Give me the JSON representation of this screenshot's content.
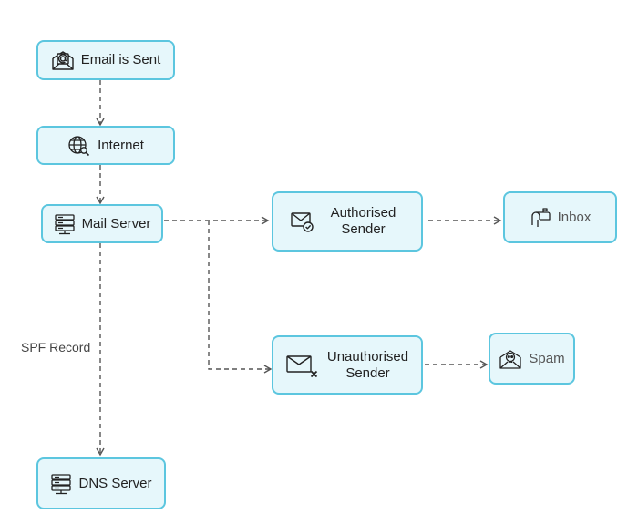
{
  "nodes": {
    "email_sent": {
      "label": "Email is Sent",
      "icon": "envelope-at-icon"
    },
    "internet": {
      "label": "Internet",
      "icon": "globe-search-icon"
    },
    "mail_server": {
      "label": "Mail Server",
      "icon": "server-icon"
    },
    "authorised_sender": {
      "label": "Authorised Sender",
      "icon": "envelope-check-icon"
    },
    "inbox": {
      "label": "Inbox",
      "icon": "mailbox-icon"
    },
    "unauthorised_sender": {
      "label": "Unauthorised Sender",
      "icon": "envelope-x-icon"
    },
    "spam": {
      "label": "Spam",
      "icon": "envelope-skull-icon"
    },
    "dns_server": {
      "label": "DNS Server",
      "icon": "server-icon"
    }
  },
  "edges": {
    "spf_record_label": "SPF Record"
  },
  "colors": {
    "node_fill": "#e6f7fb",
    "node_border": "#5cc6df",
    "edge": "#555555"
  }
}
